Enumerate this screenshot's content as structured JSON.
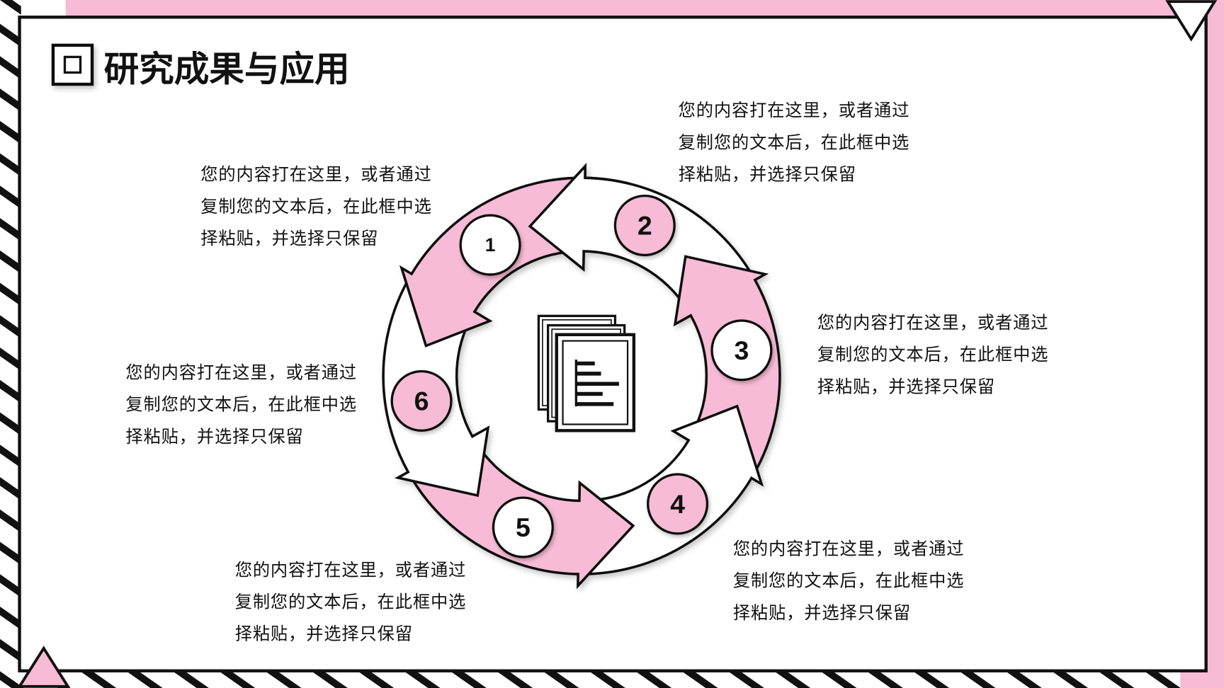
{
  "title": "研究成果与应用",
  "colors": {
    "pink": "#f7bbd5",
    "outline": "#111111",
    "background": "#ffffff",
    "text": "#111111"
  },
  "icons": {
    "title_bullet": "square-bullet-icon",
    "center": "document-stack-icon",
    "corner_top_right": "triangle-down-icon",
    "corner_bottom_left": "triangle-up-icon"
  },
  "steps": [
    {
      "number": "1",
      "arrow_color": "#f7bbd5",
      "badge_color": "#ffffff",
      "lines": [
        "您的内容打在这里，或者通过",
        "复制您的文本后，在此框中选",
        "择粘贴，并选择只保留"
      ]
    },
    {
      "number": "2",
      "arrow_color": "#ffffff",
      "badge_color": "#f7bbd5",
      "lines": [
        "您的内容打在这里，或者通过",
        "复制您的文本后，在此框中选",
        "择粘贴，并选择只保留"
      ]
    },
    {
      "number": "3",
      "arrow_color": "#f7bbd5",
      "badge_color": "#ffffff",
      "lines": [
        "您的内容打在这里，或者通过",
        "复制您的文本后，在此框中选",
        "择粘贴，并选择只保留"
      ]
    },
    {
      "number": "4",
      "arrow_color": "#ffffff",
      "badge_color": "#f7bbd5",
      "lines": [
        "您的内容打在这里，或者通过",
        "复制您的文本后，在此框中选",
        "择粘贴，并选择只保留"
      ]
    },
    {
      "number": "5",
      "arrow_color": "#f7bbd5",
      "badge_color": "#ffffff",
      "lines": [
        "您的内容打在这里，或者通过",
        "复制您的文本后，在此框中选",
        "择粘贴，并选择只保留"
      ]
    },
    {
      "number": "6",
      "arrow_color": "#ffffff",
      "badge_color": "#f7bbd5",
      "lines": [
        "您的内容打在这里，或者通过",
        "复制您的文本后，在此框中选",
        "择粘贴，并选择只保留"
      ]
    }
  ]
}
